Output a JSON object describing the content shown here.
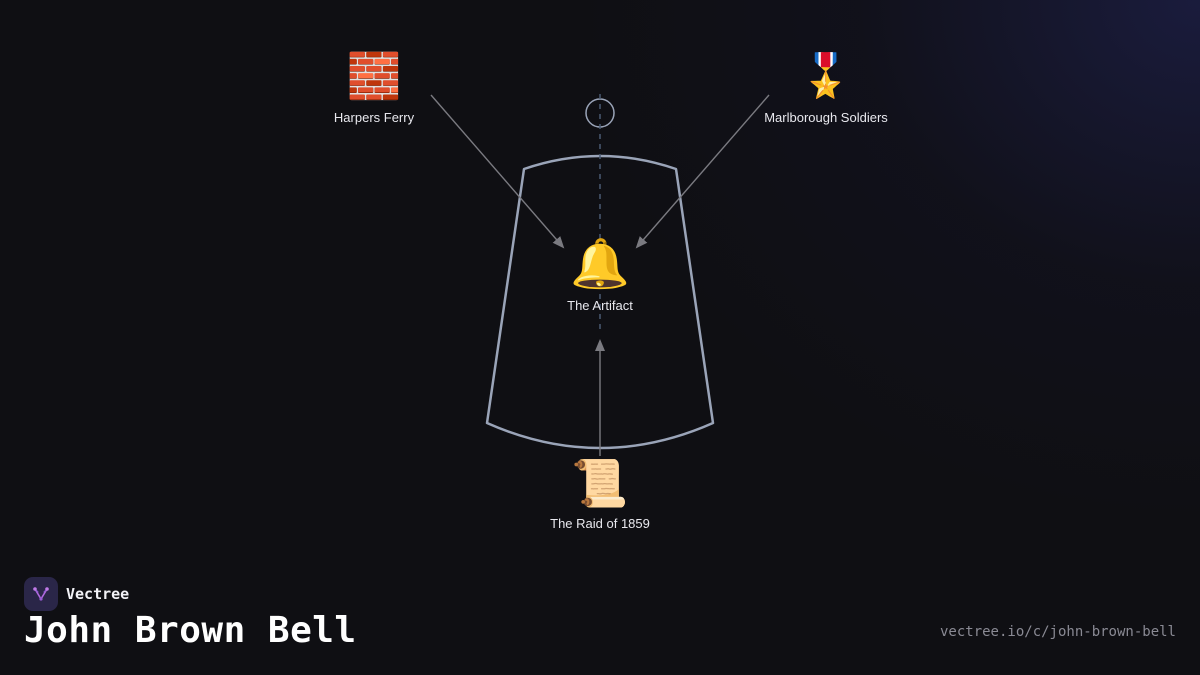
{
  "diagram": {
    "nodes": {
      "harpers_ferry": {
        "label": "Harpers Ferry",
        "icon": "brick-icon",
        "glyph": "🧱"
      },
      "marlborough": {
        "label": "Marlborough Soldiers",
        "icon": "military-medal-icon",
        "glyph": "🎖️"
      },
      "artifact": {
        "label": "The Artifact",
        "icon": "bell-icon",
        "glyph": "🔔"
      },
      "raid": {
        "label": "The Raid of 1859",
        "icon": "scroll-icon",
        "glyph": "📜"
      }
    },
    "edges": [
      {
        "from": "Harpers Ferry",
        "to": "The Artifact"
      },
      {
        "from": "Marlborough Soldiers",
        "to": "The Artifact"
      },
      {
        "from": "The Raid of 1859",
        "to": "The Artifact"
      }
    ],
    "colors": {
      "background": "#0f0f13",
      "bell_outline": "#9aa4b8",
      "arrow": "#7a7a80",
      "dashed_axis": "#4a5a72"
    }
  },
  "footer": {
    "brand": "Vectree",
    "title": "John Brown Bell",
    "url": "vectree.io/c/john-brown-bell"
  }
}
